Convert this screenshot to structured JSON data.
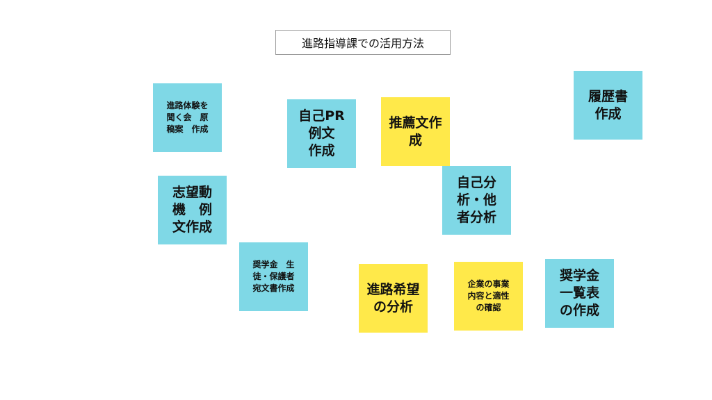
{
  "title": "進路指導課での活用方法",
  "colors": {
    "cyan_note": "#7fd8e6",
    "yellow_note": "#ffe94a"
  },
  "notes": [
    {
      "id": "taiken-genkou",
      "text": "進路体験を\n聞く会　原\n稿案　作成",
      "color": "cyan"
    },
    {
      "id": "jiko-pr",
      "text": "自己PR\n例文\n作成",
      "color": "cyan"
    },
    {
      "id": "suisen",
      "text": "推薦文作\n成",
      "color": "yellow"
    },
    {
      "id": "rirekisho",
      "text": "履歴書\n作成",
      "color": "cyan"
    },
    {
      "id": "shibou-douki",
      "text": "志望動\n機　例\n文作成",
      "color": "cyan"
    },
    {
      "id": "jiko-bunseki",
      "text": "自己分\n析・他\n者分析",
      "color": "cyan"
    },
    {
      "id": "shougaku-atebun",
      "text": "奨学金　生\n徒・保護者\n宛文書作成",
      "color": "cyan"
    },
    {
      "id": "kibou-bunseki",
      "text": "進路希望\nの分析",
      "color": "yellow"
    },
    {
      "id": "kigyou-kakunin",
      "text": "企業の事業\n内容と適性\nの確認",
      "color": "yellow"
    },
    {
      "id": "shougaku-ichiran",
      "text": "奨学金\n一覧表\nの作成",
      "color": "cyan"
    }
  ]
}
